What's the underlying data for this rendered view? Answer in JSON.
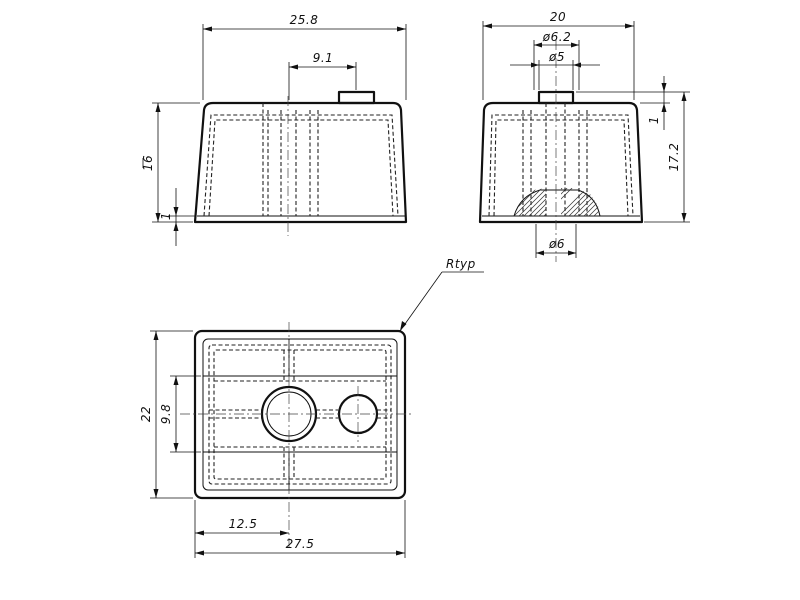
{
  "front_view": {
    "width_label": "25.8",
    "offset_label": "9.1",
    "height_label": "16",
    "base_label": "1"
  },
  "side_view": {
    "width_label": "20",
    "boss_outer_label": "ø6.2",
    "boss_inner_label": "ø5",
    "bottom_bore_label": "ø6",
    "total_height_label": "17.2",
    "boss_height_label": "1"
  },
  "top_view": {
    "radius_label": "Rtyp",
    "height_label": "22",
    "inner_label": "9.8",
    "offset_label": "12.5",
    "width_label": "27.5"
  }
}
